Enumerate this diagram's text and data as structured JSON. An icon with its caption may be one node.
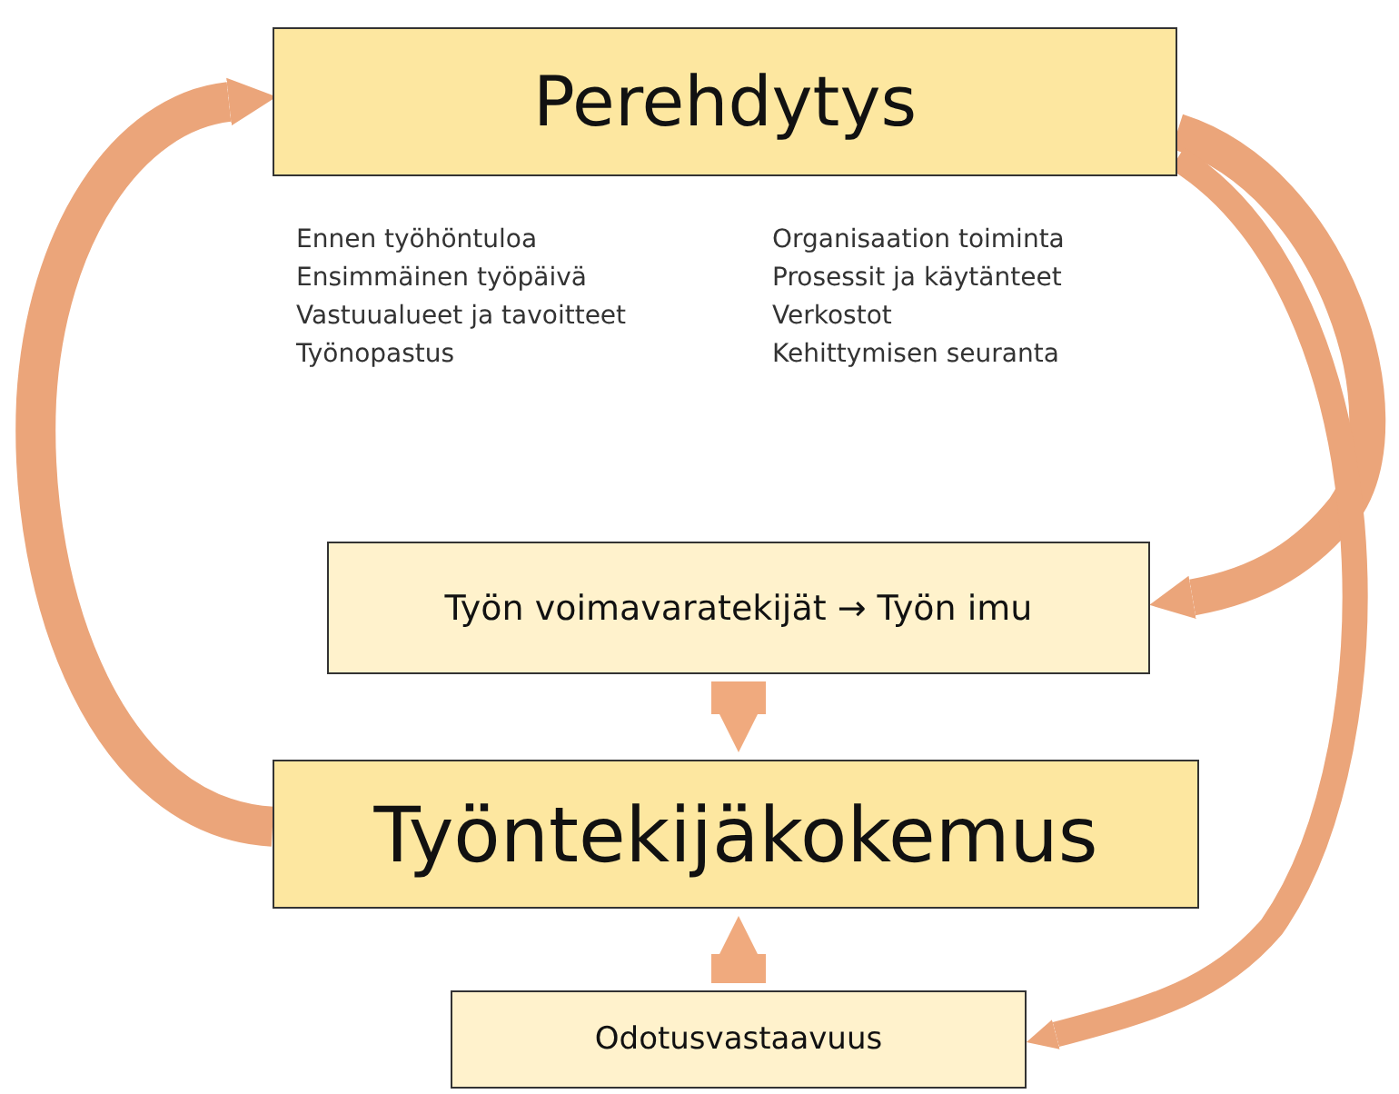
{
  "diagram": {
    "nodes": [
      {
        "text": [
          "Perehdytys"
        ]
      },
      {
        "text": [
          "Työn voimavaratekijät → Työn imu"
        ]
      },
      {
        "text": [
          "Työntekijäkokemus"
        ]
      },
      {
        "text": [
          "Odotusvastaavuus"
        ]
      }
    ],
    "edges": [
      {
        "from": 2,
        "to": 0,
        "arrow": "to"
      },
      {
        "from": 0,
        "to": 1,
        "arrow": "to"
      },
      {
        "from": 0,
        "to": 3,
        "arrow": "to"
      },
      {
        "from": 1,
        "to": 2,
        "arrow": "to"
      },
      {
        "from": 3,
        "to": 2,
        "arrow": "to"
      }
    ],
    "labels": [
      "Ennen työhöntuloa",
      "Ensimmäinen työpäivä",
      "Vastuualueet ja tavoitteet",
      "Työnopastus",
      "Organisaation toiminta",
      "Prosessit ja käytänteet",
      "Verkostot",
      "Kehittymisen seuranta"
    ]
  }
}
